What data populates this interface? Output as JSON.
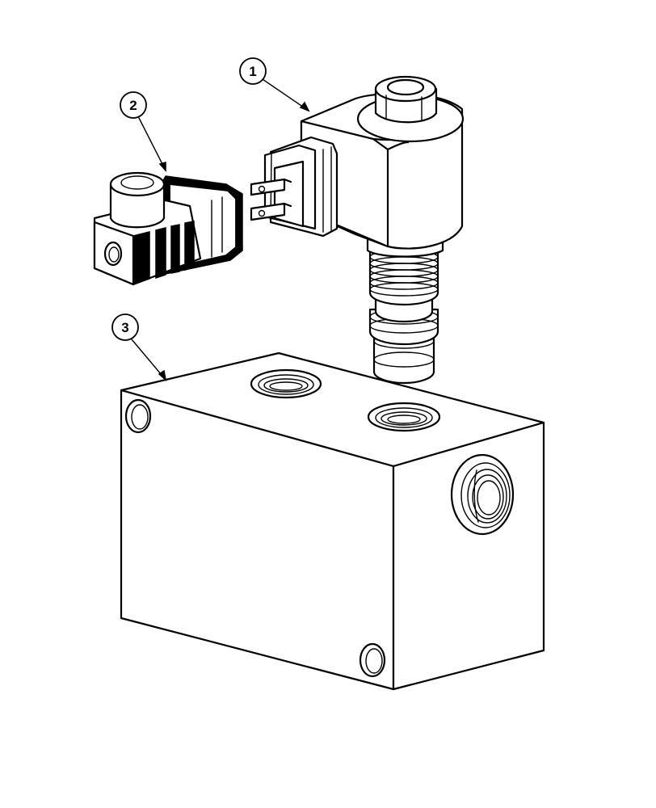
{
  "callouts": [
    {
      "label": "1",
      "part_name": "solenoid-valve-cartridge"
    },
    {
      "label": "2",
      "part_name": "solenoid-coil"
    },
    {
      "label": "3",
      "part_name": "valve-body-block"
    }
  ],
  "colors": {
    "line": "#000000",
    "background": "#ffffff"
  }
}
